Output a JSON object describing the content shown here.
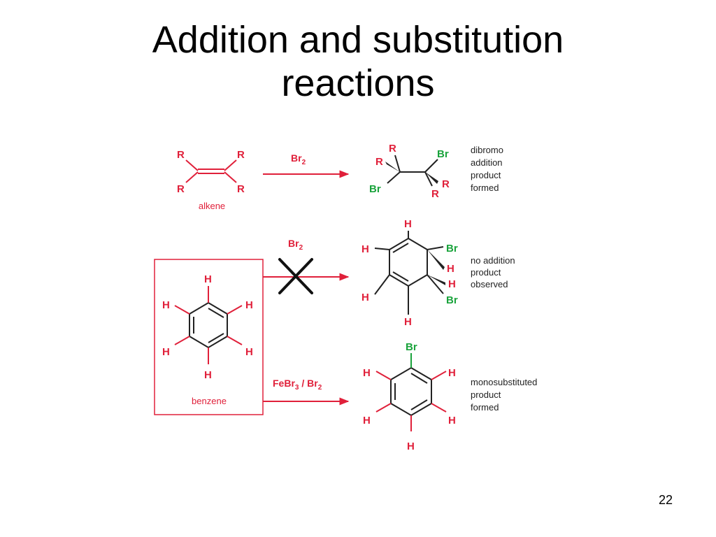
{
  "slide": {
    "title_line1": "Addition and substitution",
    "title_line2": "reactions",
    "page_number": "22"
  },
  "colors": {
    "red": "#e0203a",
    "green": "#1aa33c",
    "black": "#222222"
  },
  "atoms": {
    "R": "R",
    "H": "H",
    "Br": "Br"
  },
  "reaction1": {
    "reactant_label": "alkene",
    "reagent": "Br",
    "reagent_subscript": "2",
    "result_lines": [
      "dibromo",
      "addition",
      "product",
      "formed"
    ]
  },
  "reaction2": {
    "reactant_label": "benzene",
    "reagent": "Br",
    "reagent_subscript": "2",
    "result_lines": [
      "no addition",
      "product",
      "observed"
    ]
  },
  "reaction3": {
    "reagent_part1": "FeBr",
    "reagent_part1_subscript": "3",
    "reagent_part2": " / Br",
    "reagent_part2_subscript": "2",
    "result_lines": [
      "monosubstituted",
      "product",
      "formed"
    ]
  }
}
